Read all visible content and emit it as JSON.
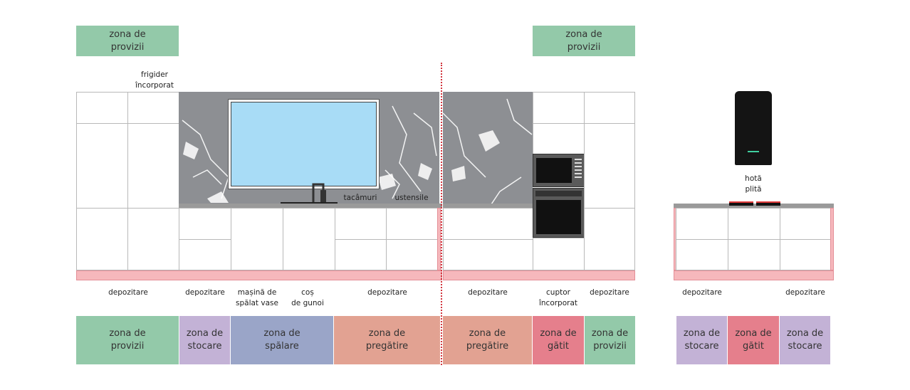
{
  "colors": {
    "provizii": "#93c9a9",
    "stocare": "#c3b2d6",
    "spalare": "#9aa5c8",
    "pregatire": "#e2a292",
    "gatit": "#e57f8c",
    "kick": "#f6b8bc",
    "divider": "#d2353d",
    "marble": "#8d8f93",
    "window": "#a8dcf6"
  },
  "top_zones": {
    "left": "zona de\nprovizii",
    "right": "zona de\nprovizii"
  },
  "labels": {
    "fridge": "frigider\nîncorporat",
    "cutlery": "tacâmuri",
    "utensils": "ustensile",
    "hood": "hotă",
    "hob": "plită"
  },
  "under_labels": {
    "l1": "depozitare",
    "l2": "depozitare",
    "l3": "mașină de\nspălat vase",
    "l4": "coș\nde gunoi",
    "l5": "depozitare",
    "m1": "depozitare",
    "m2": "cuptor\nîncorporat",
    "m3": "depozitare",
    "r1": "depozitare",
    "r2": "depozitare"
  },
  "bottom_zones": {
    "b1": "zona de\nprovizii",
    "b2": "zona de\nstocare",
    "b3": "zona de\nspălare",
    "b4": "zona de\npregătire",
    "b5": "zona de\npregătire",
    "b6": "zona de\ngătit",
    "b7": "zona de\nprovizii",
    "b8": "zona de\nstocare",
    "b9": "zona de\ngătit",
    "b10": "zona de\nstocare"
  }
}
